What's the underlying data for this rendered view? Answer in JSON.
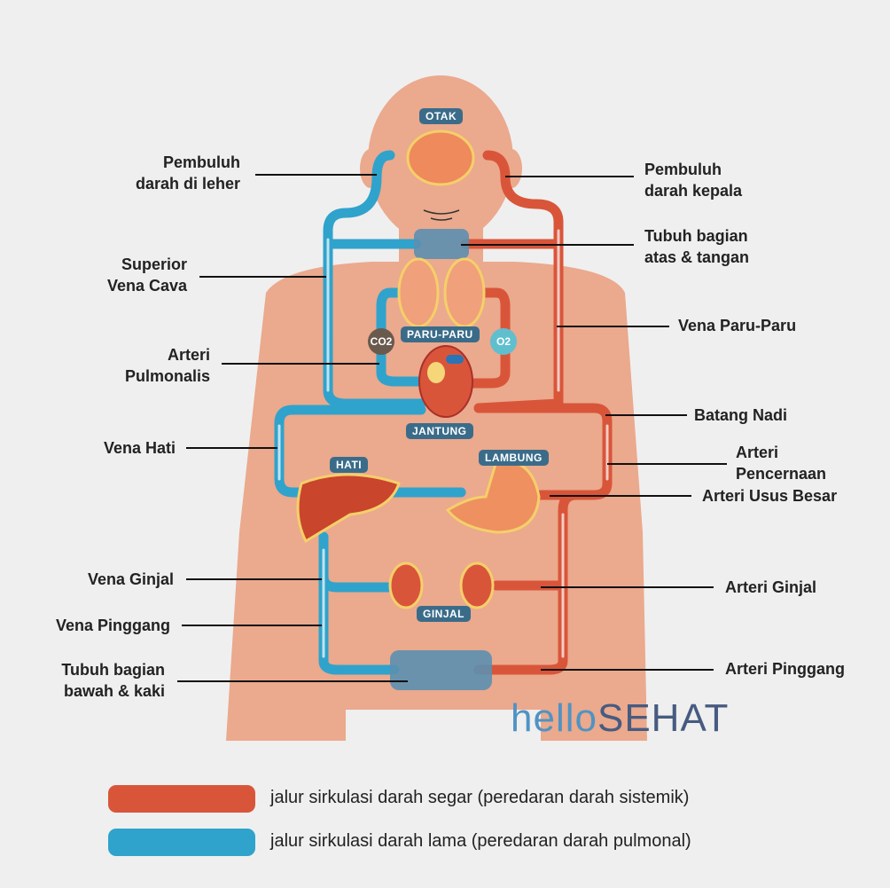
{
  "organs": {
    "brain": "OTAK",
    "lungs": "PARU-PARU",
    "heart": "JANTUNG",
    "liver": "HATI",
    "stomach": "LAMBUNG",
    "kidney": "GINJAL",
    "co2": "CO2",
    "o2": "O2"
  },
  "left_labels": [
    "Pembuluh\ndarah di leher",
    "Superior\nVena Cava",
    "Arteri\nPulmonalis",
    "Vena Hati",
    "Vena Ginjal",
    "Vena Pinggang",
    "Tubuh bagian\nbawah & kaki"
  ],
  "right_labels": [
    "Pembuluh\ndarah kepala",
    "Tubuh bagian\natas & tangan",
    "Vena Paru-Paru",
    "Batang Nadi",
    "Arteri\nPencernaan",
    "Arteri Usus Besar",
    "Arteri Ginjal",
    "Arteri Pinggang"
  ],
  "logo": {
    "part1": "hello",
    "part2": "SEHAT"
  },
  "legend": [
    {
      "text": "jalur sirkulasi darah segar (peredaran darah sistemik)",
      "color": "#d9553a"
    },
    {
      "text": "jalur sirkulasi darah lama (peredaran darah pulmonal)",
      "color": "#2fa3cc"
    }
  ],
  "colors": {
    "skin": "#eba98d",
    "red": "#d9553a",
    "blue": "#2fa3cc",
    "tag": "#3a6c8a"
  }
}
